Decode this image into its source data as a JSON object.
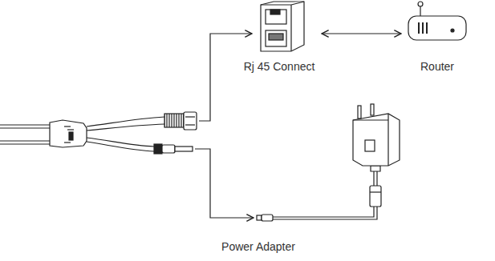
{
  "diagram": {
    "nodes": [
      {
        "text": [
          "Rj 45 Connect"
        ]
      },
      {
        "text": [
          "Router"
        ]
      }
    ],
    "edges": [
      {
        "from": 0,
        "to": 1,
        "arrow": "both"
      }
    ],
    "labels": [
      "Power Adapter"
    ]
  }
}
